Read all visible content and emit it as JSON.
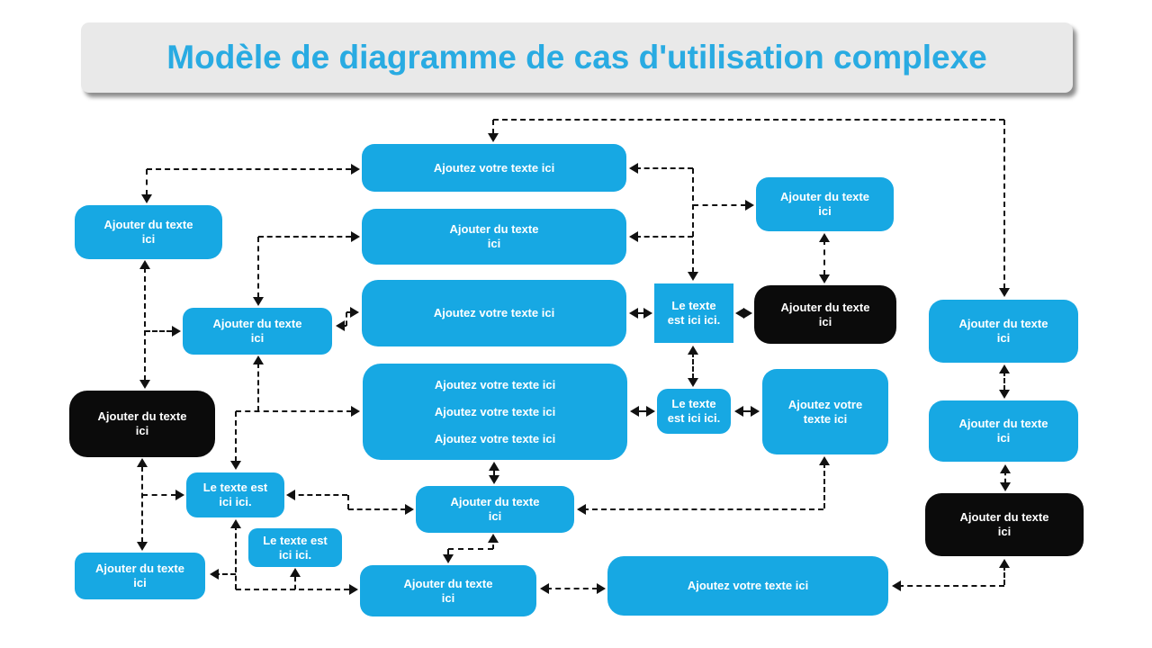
{
  "title": {
    "text": "Modèle de diagramme de cas d'utilisation complexe"
  },
  "colors": {
    "accent": "#17a8e3",
    "dark": "#0b0b0b",
    "line": "#111111",
    "banner_bg": "#e9e9e9",
    "title_text": "#29abe2"
  },
  "boxes": {
    "top_center": {
      "text": "Ajoutez votre texte ici"
    },
    "left_top": {
      "text": "Ajouter du texte\nici"
    },
    "center_row2": {
      "text": "Ajouter du texte\nici"
    },
    "center_row3": {
      "text": "Ajoutez votre texte ici"
    },
    "mid_left": {
      "text": "Ajouter du texte\nici"
    },
    "square_note": {
      "text": "Le texte\nest ici ici."
    },
    "black_mid": {
      "text": "Ajouter du texte\nici"
    },
    "top_right": {
      "text": "Ajouter du texte\nici"
    },
    "right_col_1": {
      "text": "Ajouter du texte\nici"
    },
    "note_small": {
      "text": "Le texte\nest ici ici."
    },
    "right_mid": {
      "text": "Ajoutez votre\ntexte ici"
    },
    "center_big": {
      "text": "Ajoutez votre texte ici\nAjoutez votre texte ici\nAjoutez votre texte ici"
    },
    "black_left": {
      "text": "Ajouter du texte\nici"
    },
    "right_col_2": {
      "text": "Ajouter du texte\nici"
    },
    "note_left": {
      "text": "Le texte est\nici ici."
    },
    "center_bottom_1": {
      "text": "Ajouter du texte\nici"
    },
    "note_left_small": {
      "text": "Le texte est\nici ici."
    },
    "bottom_left": {
      "text": "Ajouter du texte\nici"
    },
    "center_bottom_2": {
      "text": "Ajouter du texte\nici"
    },
    "bottom_wide": {
      "text": "Ajoutez votre texte ici"
    },
    "right_col_black": {
      "text": "Ajouter du texte\nici"
    }
  }
}
